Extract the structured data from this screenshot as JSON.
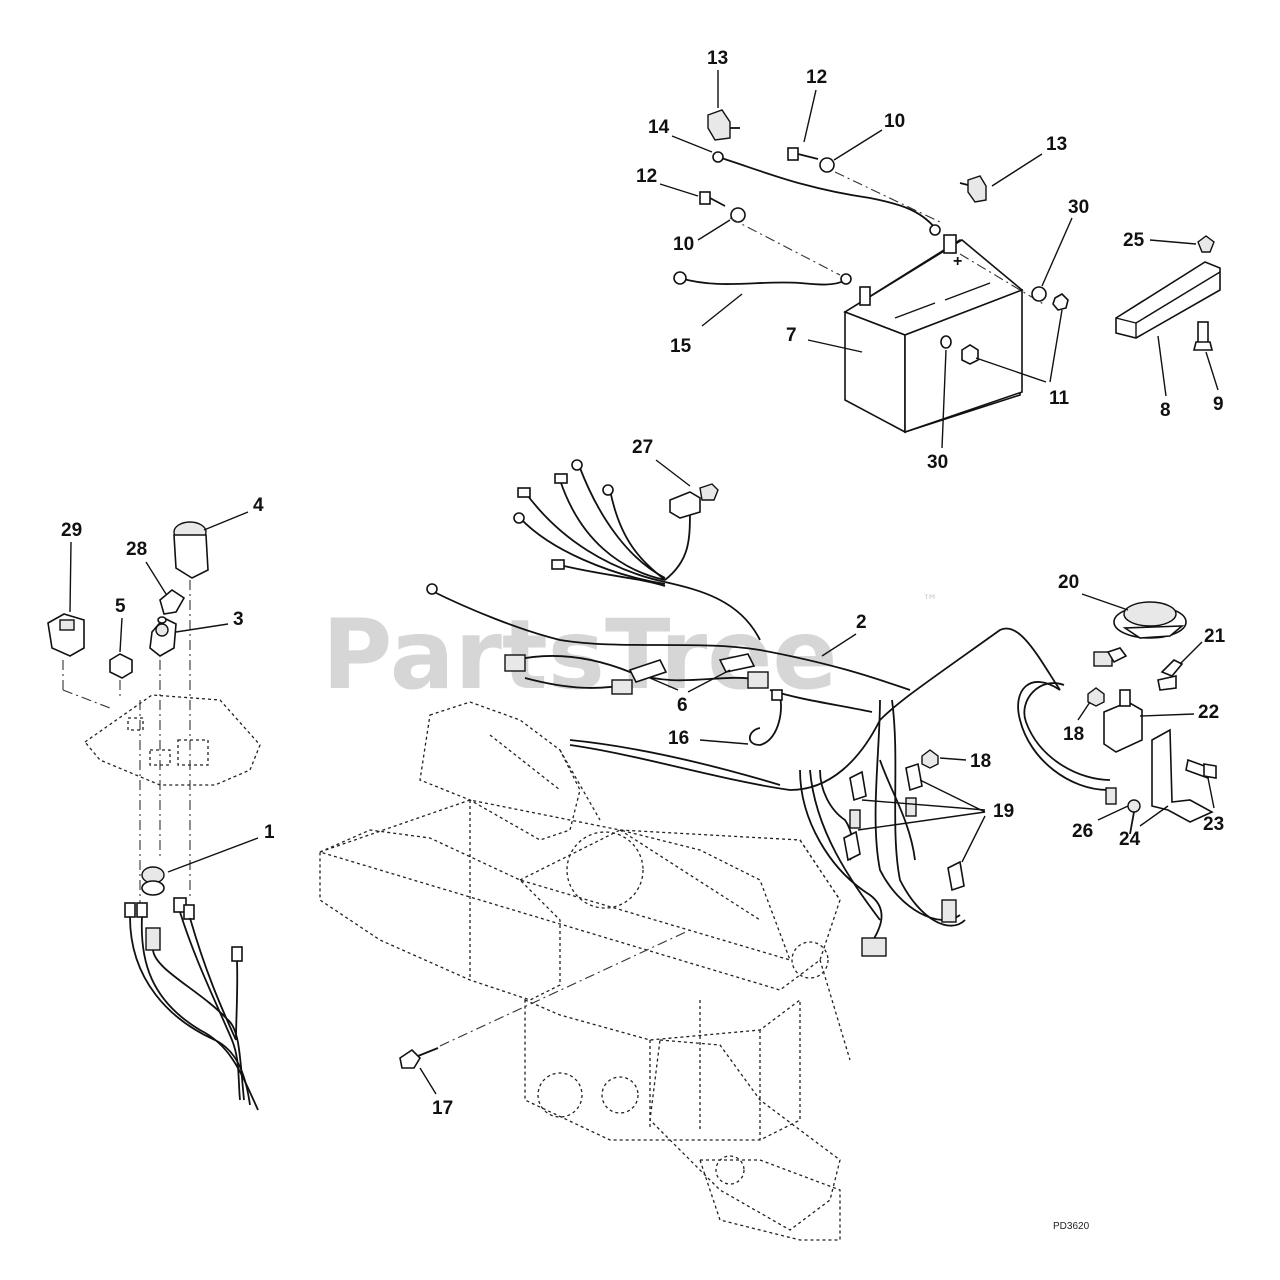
{
  "watermark": {
    "text": "PartsTree",
    "trademark": "™"
  },
  "drawing_number": "PD3620",
  "callouts": {
    "c1": "1",
    "c2": "2",
    "c3": "3",
    "c4": "4",
    "c5": "5",
    "c6": "6",
    "c7": "7",
    "c8": "8",
    "c9": "9",
    "c10a": "10",
    "c10b": "10",
    "c11": "11",
    "c12a": "12",
    "c12b": "12",
    "c13a": "13",
    "c13b": "13",
    "c14": "14",
    "c15": "15",
    "c16": "16",
    "c17": "17",
    "c18a": "18",
    "c18b": "18",
    "c19": "19",
    "c20": "20",
    "c21": "21",
    "c22": "22",
    "c23": "23",
    "c24": "24",
    "c25": "25",
    "c26": "26",
    "c27": "27",
    "c28": "28",
    "c29": "29",
    "c30a": "30",
    "c30b": "30"
  },
  "battery_symbols": {
    "positive": "+"
  }
}
